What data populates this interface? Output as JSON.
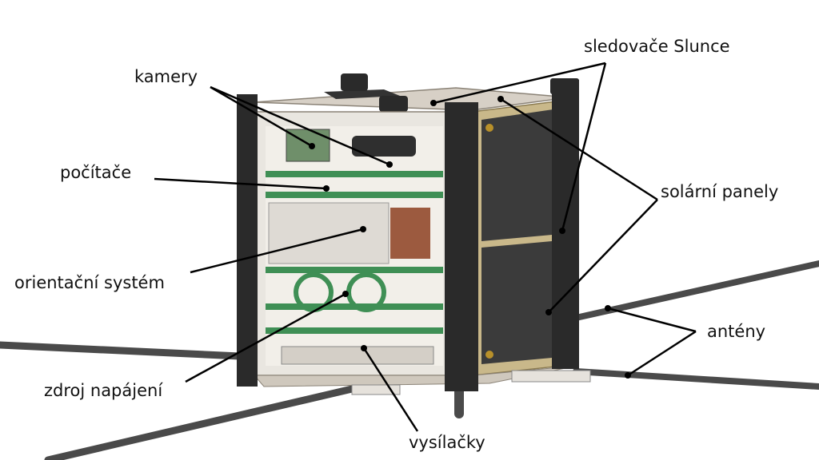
{
  "labels": {
    "cameras": "kamery",
    "computers": "počítače",
    "attitude_system": "orientační systém",
    "power_supply": "zdroj napájení",
    "sun_sensors": "sledovače Slunce",
    "solar_panels": "solární panely",
    "antennas": "antény",
    "transmitters": "vysílačky"
  },
  "colors": {
    "frame": "#2a2a2a",
    "plate": "#cfc8bd",
    "pcb": "#3f8f55",
    "panel": "#3b3b3b",
    "gold": "#b8902a",
    "antenna": "#4a4a4a"
  }
}
